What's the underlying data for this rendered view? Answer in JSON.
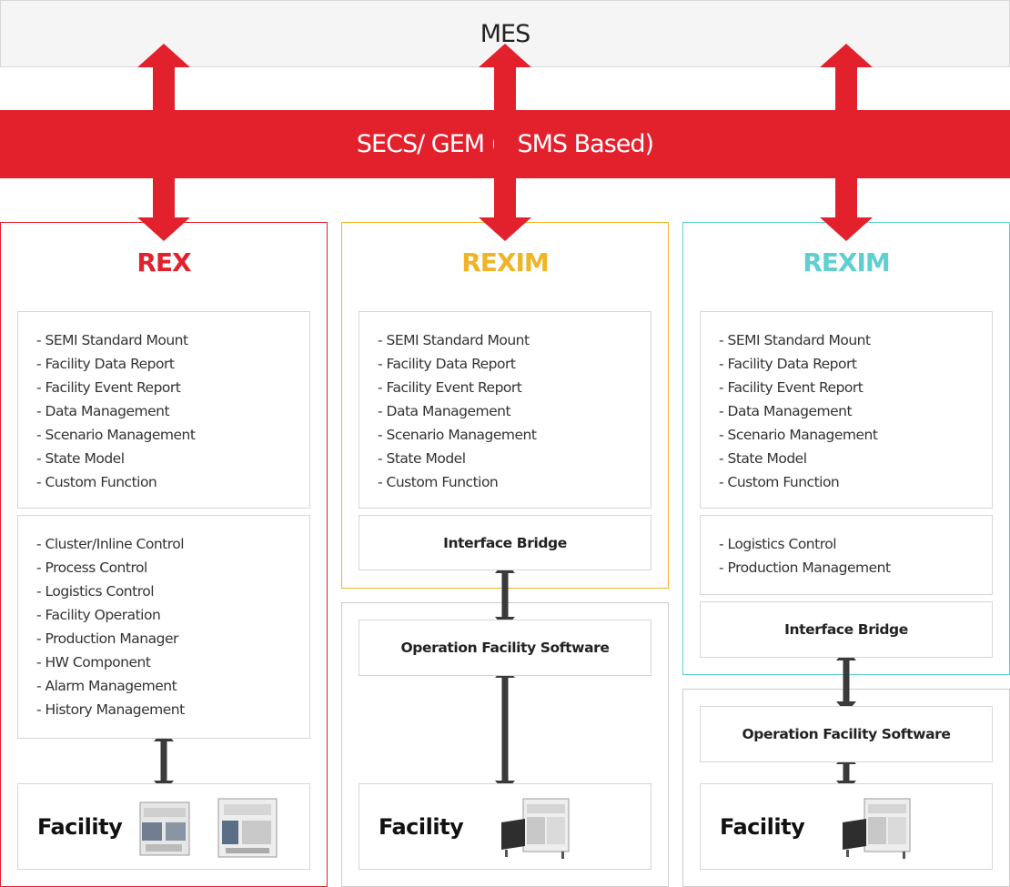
{
  "mes": {
    "label": "MES"
  },
  "bus": {
    "label": "SECS/ GEM (HSMS Based)"
  },
  "colors": {
    "red": "#e3212d",
    "yellow": "#f0b428",
    "teal": "#5fcfcf",
    "arrow_dark": "#3a3a3a"
  },
  "columns": [
    {
      "title": "REX",
      "standard_features": [
        "- SEMI Standard Mount",
        "- Facility Data Report",
        "- Facility Event Report",
        "- Data Management",
        "- Scenario Management",
        "- State Model",
        "- Custom Function"
      ],
      "control_features": [
        "- Cluster/Inline Control",
        "- Process Control",
        "- Logistics Control",
        "- Facility Operation",
        "- Production Manager",
        "- HW Component",
        "- Alarm Management",
        "- History Management"
      ],
      "facility_label": "Facility"
    },
    {
      "title": "REXIM",
      "standard_features": [
        "- SEMI Standard Mount",
        "- Facility Data Report",
        "- Facility Event Report",
        "- Data Management",
        "- Scenario Management",
        "- State Model",
        "- Custom Function"
      ],
      "interface_bridge": "Interface Bridge",
      "operation_software": "Operation Facility Software",
      "facility_label": "Facility"
    },
    {
      "title": "REXIM",
      "standard_features": [
        "- SEMI Standard Mount",
        "- Facility Data Report",
        "- Facility Event Report",
        "- Data Management",
        "- Scenario Management",
        "- State Model",
        "- Custom Function"
      ],
      "control_features": [
        "- Logistics Control",
        "- Production Management"
      ],
      "interface_bridge": "Interface Bridge",
      "operation_software": "Operation Facility Software",
      "facility_label": "Facility"
    }
  ]
}
